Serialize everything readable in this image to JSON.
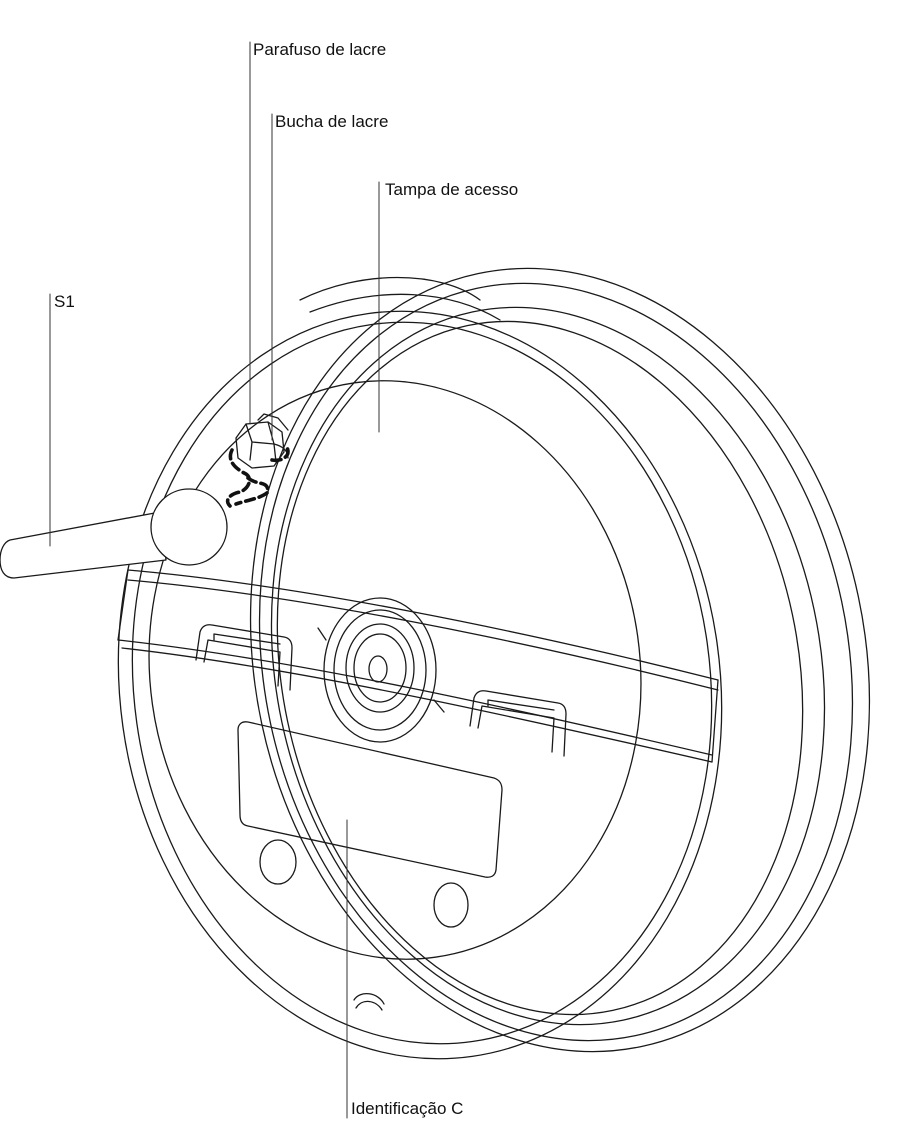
{
  "labels": {
    "parafuso": "Parafuso de lacre",
    "bucha": "Bucha de lacre",
    "tampa": "Tampa de acesso",
    "s1": "S1",
    "identificacao": "Identificação C"
  },
  "colors": {
    "line": "#1a1a1a",
    "background": "#ffffff",
    "seal_wire": "#111111"
  }
}
